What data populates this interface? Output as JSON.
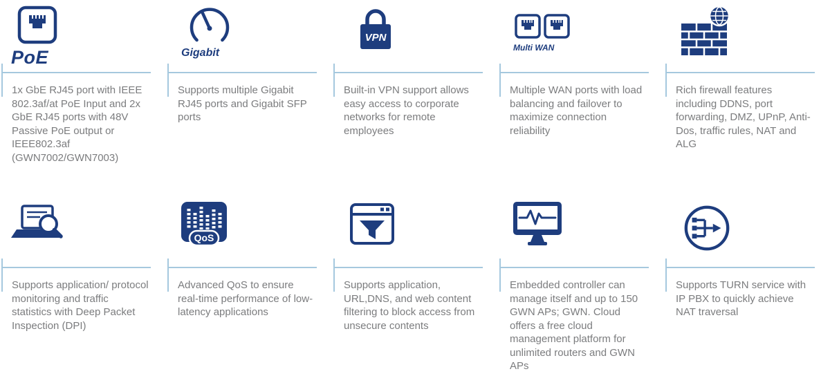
{
  "page": {
    "background": "#ffffff"
  },
  "colors": {
    "icon_navy": "#1e3d7e",
    "divider_blue": "#a5c8de",
    "text_gray": "#7b7c7e",
    "icon_text_white": "#ffffff"
  },
  "features": [
    {
      "icon": "poe-port-icon",
      "label": "PoE",
      "description": "1x GbE RJ45 port with IEEE 802.3af/at PoE Input and 2x GbE RJ45 ports with 48V Passive PoE output or IEEE802.3af (GWN7002/GWN7003)"
    },
    {
      "icon": "gigabit-speedometer-icon",
      "label": "Gigabit",
      "description": "Supports multiple Gigabit RJ45 ports and Gigabit SFP ports"
    },
    {
      "icon": "vpn-lock-icon",
      "label": "VPN",
      "description": "Built-in VPN support allows easy access to corporate networks for remote employees"
    },
    {
      "icon": "multi-wan-ports-icon",
      "label": "Multi WAN",
      "description": "Multiple WAN ports with load balancing and failover to maximize connection reliability"
    },
    {
      "icon": "firewall-globe-icon",
      "description": "Rich firewall features including DDNS, port forwarding, DMZ, UPnP, Anti-Dos, traffic rules, NAT and ALG"
    },
    {
      "icon": "dpi-monitoring-icon",
      "description": "Supports application/ protocol monitoring and traffic statistics with Deep Packet Inspection (DPI)"
    },
    {
      "icon": "qos-equalizer-icon",
      "label": "QoS",
      "description": "Advanced QoS to ensure real-time performance of low-latency applications"
    },
    {
      "icon": "content-filter-icon",
      "description": "Supports application, URL,DNS, and web content filtering to block access from unsecure contents"
    },
    {
      "icon": "embedded-controller-icon",
      "description": "Embedded controller can manage itself and up to 150 GWN APs; GWN. Cloud offers a free cloud management platform for unlimited routers and GWN APs"
    },
    {
      "icon": "turn-service-icon",
      "description": "Supports TURN service with IP PBX to quickly achieve NAT traversal"
    }
  ]
}
